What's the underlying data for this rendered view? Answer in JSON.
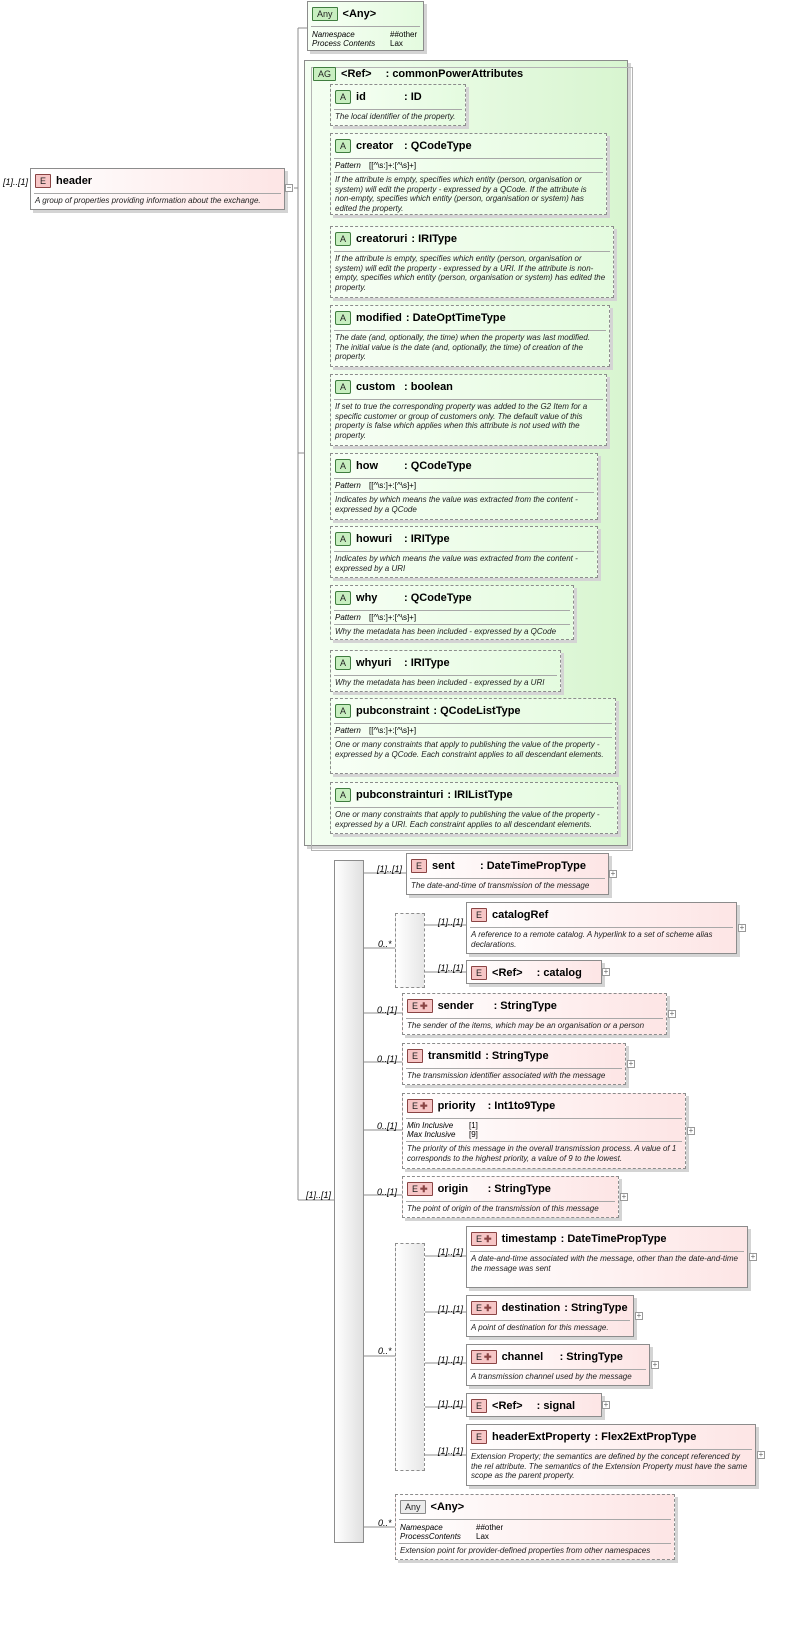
{
  "header": {
    "badge": "E",
    "name": "header",
    "cardinality": "[1]..[1]",
    "doc": "A group of properties providing information about the exchange."
  },
  "top_any": {
    "badge": "Any",
    "name": "<Any>",
    "facets": [
      {
        "key": "Namespace",
        "value": "##other"
      },
      {
        "key": "Process Contents",
        "value": "Lax"
      }
    ]
  },
  "attr_group": {
    "badge": "AG",
    "ref": "<Ref>",
    "name": ": commonPowerAttributes",
    "attributes": [
      {
        "badge": "A",
        "name": "id",
        "type": ": ID",
        "doc": "The local identifier of the property."
      },
      {
        "badge": "A",
        "name": "creator",
        "type": ": QCodeType",
        "pattern_label": "Pattern",
        "pattern": "[[^\\s:]+:[^\\s]+]",
        "doc": "If the attribute is empty, specifies which entity (person, organisation or system) will edit the property - expressed by a QCode. If the attribute is non-empty, specifies which entity (person, organisation or system) has edited the property."
      },
      {
        "badge": "A",
        "name": "creatoruri",
        "type": ": IRIType",
        "doc": "If the attribute is empty, specifies which entity (person, organisation or system) will edit the property - expressed by a URI. If the attribute is non-empty, specifies which entity (person, organisation or system) has edited the property."
      },
      {
        "badge": "A",
        "name": "modified",
        "type": ": DateOptTimeType",
        "doc": "The date (and, optionally, the time) when the property was last modified. The initial value is the date (and, optionally, the time) of creation of the property."
      },
      {
        "badge": "A",
        "name": "custom",
        "type": ": boolean",
        "doc": "If set to true the corresponding property was added to the G2 Item for a specific customer or group of customers only. The default value of this property is false which applies when this attribute is not used with the property."
      },
      {
        "badge": "A",
        "name": "how",
        "type": ": QCodeType",
        "pattern_label": "Pattern",
        "pattern": "[[^\\s:]+:[^\\s]+]",
        "doc": "Indicates by which means the value was extracted from the content - expressed by a QCode"
      },
      {
        "badge": "A",
        "name": "howuri",
        "type": ": IRIType",
        "doc": "Indicates by which means the value was extracted from the content - expressed by a URI"
      },
      {
        "badge": "A",
        "name": "why",
        "type": ": QCodeType",
        "pattern_label": "Pattern",
        "pattern": "[[^\\s:]+:[^\\s]+]",
        "doc": "Why the metadata has been included - expressed by a QCode"
      },
      {
        "badge": "A",
        "name": "whyuri",
        "type": ": IRIType",
        "doc": "Why the metadata has been included - expressed by a URI"
      },
      {
        "badge": "A",
        "name": "pubconstraint",
        "type": ": QCodeListType",
        "pattern_label": "Pattern",
        "pattern": "[[^\\s:]+:[^\\s]+]",
        "doc": "One or many constraints that apply to publishing the value of the property - expressed by a QCode. Each constraint applies to all descendant elements."
      },
      {
        "badge": "A",
        "name": "pubconstrainturi",
        "type": ": IRIListType",
        "doc": "One or many constraints that apply to publishing the value of the property - expressed by a URI. Each constraint applies to all descendant elements."
      }
    ]
  },
  "sequence": {
    "cardinality": "[1]..[1]",
    "items": {
      "sent": {
        "badge": "E",
        "name": "sent",
        "type": ": DateTimePropType",
        "cardinality": "[1]..[1]",
        "doc": "The date-and-time of transmission of the message"
      },
      "choice1": {
        "cardinality": "0..*",
        "catalogRef": {
          "badge": "E",
          "name": "catalogRef",
          "cardinality": "[1]..[1]",
          "doc": "A reference to a remote catalog. A hyperlink to a set of scheme alias declarations."
        },
        "catalog": {
          "badge": "E",
          "ref": "<Ref>",
          "name": ": catalog",
          "cardinality": "[1]..[1]"
        }
      },
      "sender": {
        "badge": "E",
        "name": "sender",
        "type": ": StringType",
        "cardinality": "0..[1]",
        "doc": "The sender of the items, which may be an organisation or a person"
      },
      "transmitId": {
        "badge": "E",
        "name": "transmitId",
        "type": ": StringType",
        "cardinality": "0..[1]",
        "doc": "The transmission identifier associated with the message"
      },
      "priority": {
        "badge": "E",
        "name": "priority",
        "type": ": Int1to9Type",
        "cardinality": "0..[1]",
        "facets": [
          {
            "key": "Min Inclusive",
            "value": "[1]"
          },
          {
            "key": "Max Inclusive",
            "value": "[9]"
          }
        ],
        "doc": "The priority of this message in the overall transmission process. A value of 1 corresponds to the highest priority, a value of 9 to the lowest."
      },
      "origin": {
        "badge": "E",
        "name": "origin",
        "type": ": StringType",
        "cardinality": "0..[1]",
        "doc": "The point of origin of the transmission of this message"
      },
      "choice2": {
        "cardinality": "0..*",
        "timestamp": {
          "badge": "E",
          "name": "timestamp",
          "type": ": DateTimePropType",
          "cardinality": "[1]..[1]",
          "doc": "A date-and-time associated with the message, other than the date-and-time the message was sent"
        },
        "destination": {
          "badge": "E",
          "name": "destination",
          "type": ": StringType",
          "cardinality": "[1]..[1]",
          "doc": "A point of destination for this message."
        },
        "channel": {
          "badge": "E",
          "name": "channel",
          "type": ": StringType",
          "cardinality": "[1]..[1]",
          "doc": "A transmission channel used by the message"
        },
        "signal": {
          "badge": "E",
          "ref": "<Ref>",
          "name": ": signal",
          "cardinality": "[1]..[1]"
        },
        "headerExtProperty": {
          "badge": "E",
          "name": "headerExtProperty",
          "type": ": Flex2ExtPropType",
          "cardinality": "[1]..[1]",
          "doc": "Extension Property; the semantics are defined by the concept referenced by the rel attribute. The semantics of the Extension Property must have the same scope as the parent property."
        }
      },
      "any": {
        "badge": "Any",
        "name": "<Any>",
        "cardinality": "0..*",
        "facets": [
          {
            "key": "Namespace",
            "value": "##other"
          },
          {
            "key": "ProcessContents",
            "value": "Lax"
          }
        ],
        "doc": "Extension point for provider-defined properties from other namespaces"
      }
    }
  },
  "ui": {
    "plus_glyph": "+",
    "minus_glyph": "−",
    "plus_badge_glyph": "✚"
  }
}
